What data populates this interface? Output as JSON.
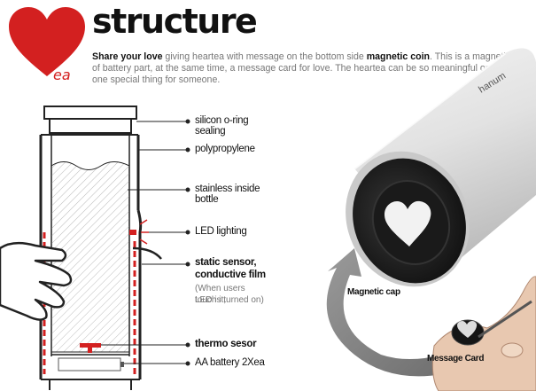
{
  "logo": {
    "text": "ea",
    "heart_color": "#d32020"
  },
  "header": {
    "title": "structure",
    "lead_bold": "Share your love",
    "lead_rest": " giving heartea  with message on the bottom side ",
    "lead_bold2": "magnetic coin",
    "lead_end": ".",
    "body": "This is a magnetic cap of battery part, at the same time, a message card for love. The heartea can be so meaningful or the only one special thing for someone."
  },
  "diagram_labels": {
    "silicon": "silicon o-ring sealing",
    "polypropylene": "polypropylene",
    "stainless": "stainless inside bottle",
    "led": "LED lighting",
    "sensor_line1": "static sensor,",
    "sensor_line2": "conductive film",
    "sensor_note1": "(When users touch it,",
    "sensor_note2": "LED is turned on)",
    "thermo": "thermo sesor",
    "battery": "AA battery 2Xea"
  },
  "photo": {
    "brand": "hanum",
    "magnetic_cap_label": "Magnetic cap",
    "message_card_label": "Message Card"
  },
  "colors": {
    "accent_red": "#d32020",
    "arrow_gray": "#8a8a8a"
  }
}
